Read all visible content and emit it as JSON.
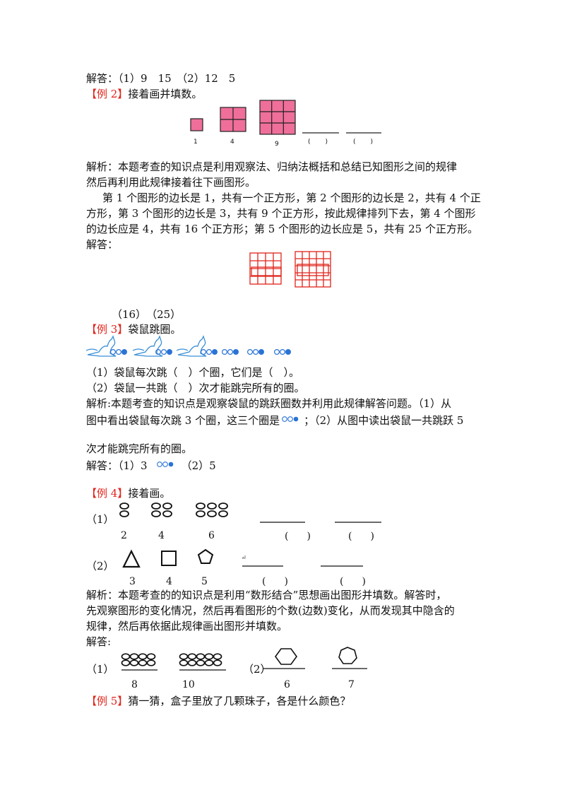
{
  "colors": {
    "accent_red": "#e0241b",
    "square_pink": "#ef6f9a",
    "ring_blue": "#2a73d6"
  },
  "lines": {
    "answer1": "解答：（1）9　15　（2）12　5",
    "ex2_tag": "【例 2】",
    "ex2_title": "接着画并填数。",
    "ex2_labels": [
      "1",
      "4",
      "9",
      "(　)",
      "(　)"
    ],
    "ex2_exp1": "解析：本题考查的知识点是利用观察法、归纳法概括和总结已知图形之间的规律",
    "ex2_exp2": "然后再利用此规律接着往下画图形。",
    "ex2_exp3": "第 1 个图形的边长是 1，共有一个正方形，第 2 个图形的边长是 2，共有 4 个正",
    "ex2_exp4": "方形，第 3 个图形的边长是 3，共有 9 个正方形，按此规律排列下去，第 4 个图形",
    "ex2_exp5": "的边长应是 4，共有 16 个正方形；第 5 个图形的边长应是 5，共有 25 个正方形。",
    "ex2_ans_label": "解答：",
    "ex2_ans_values": "（16）　（25）",
    "ex3_tag": "【例 3】",
    "ex3_title": "袋鼠跳圈。",
    "ex3_q1": "（1）袋鼠每次跳（　）个圈，它们是（　）。",
    "ex3_q2": "（2）袋鼠一共跳（　）次才能跳完所有的圈。",
    "ex3_exp1": "解析:本题考查的知识点是观察袋鼠的跳跃圈数并利用此规律解答问题。（1）从",
    "ex3_exp2a": "图中看出袋鼠每次跳 3 个圈，这三个圈是",
    "ex3_exp2b": "；（2）从图中读出袋鼠一共跳跃 5",
    "ex3_exp3": "次才能跳完所有的圈。",
    "ex3_ans_a": "解答：（1）3",
    "ex3_ans_b": "（2）5",
    "ex4_tag": "【例 4】",
    "ex4_title": "接着画。",
    "ex4_q1_label": "（1）",
    "ex4_q1_counts": [
      "2",
      "4",
      "6",
      "(　)",
      "(　)"
    ],
    "ex4_q2_label": "（2）",
    "ex4_q2_counts": [
      "3",
      "4",
      "5"
    ],
    "ex4_q2_blanks": [
      "(　)",
      "(　)"
    ],
    "ex4_exp1": "解析：本题考查的的知识点是利用“数形结合”思想画出图形并填数。解答时，",
    "ex4_exp2": "先观察图形的变化情况，然后再看图形的个数(边数)变化，从而发现其中隐含的",
    "ex4_exp3": "规律，然后再依据此规律画出图形并填数。",
    "ex4_ans_label": "解答:",
    "ex4_ans_1": "（1）",
    "ex4_ans_2": "（2）",
    "ex4_ans_counts": [
      "8",
      "10",
      "6",
      "7"
    ],
    "ex5_tag": "【例 5】",
    "ex5_title": "猜一猜，盒子里放了几颗珠子，各是什么颜色？"
  }
}
